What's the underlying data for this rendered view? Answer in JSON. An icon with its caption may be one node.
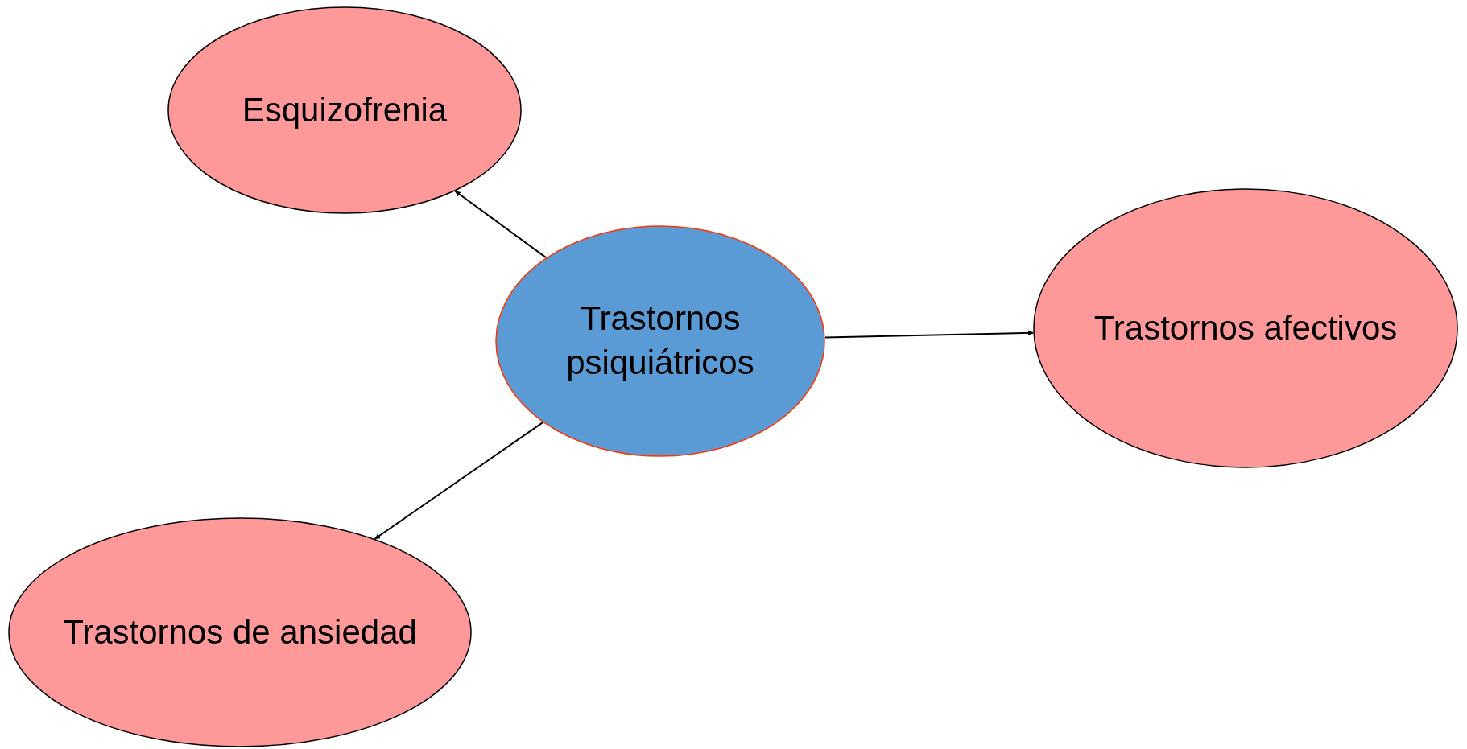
{
  "diagram": {
    "nodes": [
      {
        "text": [
          "Esquizofrenia"
        ]
      },
      {
        "text": [
          "Trastornos psiquiátricos"
        ]
      },
      {
        "text": [
          "Trastornos afectivos"
        ]
      },
      {
        "text": [
          "Trastornos de ansiedad"
        ]
      }
    ],
    "edges": [
      {
        "from": 1,
        "to": 0,
        "arrow": "to"
      },
      {
        "from": 1,
        "to": 2,
        "arrow": "to"
      },
      {
        "from": 1,
        "to": 3,
        "arrow": "to"
      }
    ]
  }
}
